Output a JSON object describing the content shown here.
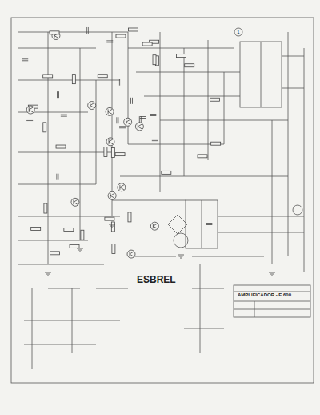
{
  "diagram": {
    "labels": [
      "ESBREL",
      "AMPLIFICADOR - E.600",
      "1"
    ]
  }
}
